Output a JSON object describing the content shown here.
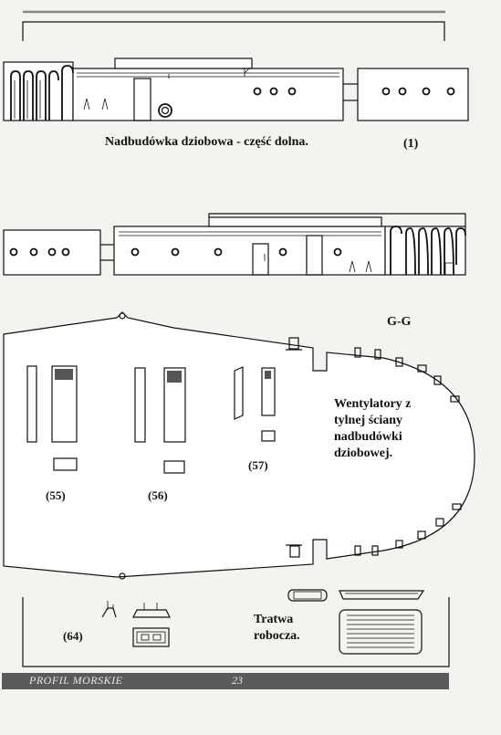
{
  "captions": {
    "fig1_title": "Nadbudówka dziobowa - część dolna.",
    "fig1_number": "(1)",
    "section_label": "G-G",
    "vent_note_l1": "Wentylatory z",
    "vent_note_l2": "tylnej ściany",
    "vent_note_l3": "nadbudówki",
    "vent_note_l4": "dziobowej.",
    "label_55": "(55)",
    "label_56": "(56)",
    "label_57": "(57)",
    "label_64": "(64)",
    "raft_l1": "Tratwa",
    "raft_l2": "robocza."
  },
  "footer": {
    "publication": "PROFIL MORSKIE",
    "page_number": "23"
  },
  "colors": {
    "paper": "#f4f3ef",
    "ink": "#111111",
    "footer_band": "#5a5a5a",
    "footer_text": "#e8e8e8"
  }
}
